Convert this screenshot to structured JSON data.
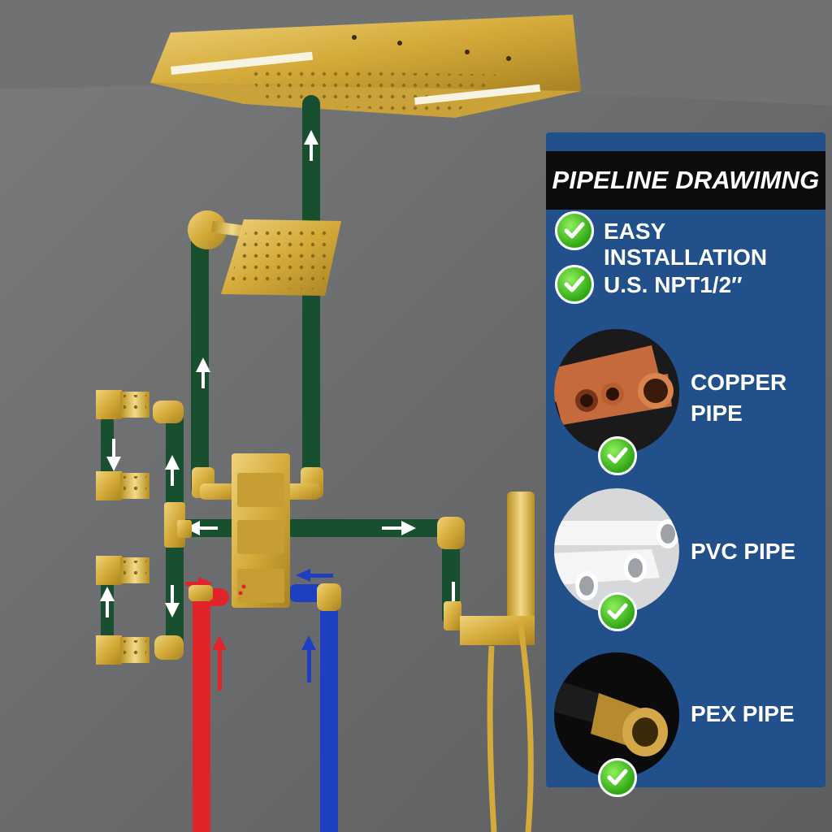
{
  "panel": {
    "title": "PIPELINE DRAWIMNG",
    "features": [
      {
        "label": "EASY INSTALLATION",
        "icon": "checkmark-icon"
      },
      {
        "label": "U.S. NPT1/2″",
        "icon": "checkmark-icon"
      }
    ],
    "pipes": [
      {
        "line1": "COPPER",
        "line2": "PIPE",
        "icon": "copper-pipe-image"
      },
      {
        "line1": "PVC PIPE",
        "icon": "pvc-pipe-image"
      },
      {
        "line1": "PEX PIPE",
        "icon": "pex-pipe-image"
      }
    ]
  },
  "colors": {
    "panel": "#22508a",
    "title_bar": "#0c0c0c",
    "check_green": "#3cb521",
    "gold": "#d9b13e",
    "pipe_green": "#174f2f",
    "hot_pipe": "#e0242a",
    "cold_pipe": "#1d3fc0",
    "wall": "#6d6e70"
  }
}
